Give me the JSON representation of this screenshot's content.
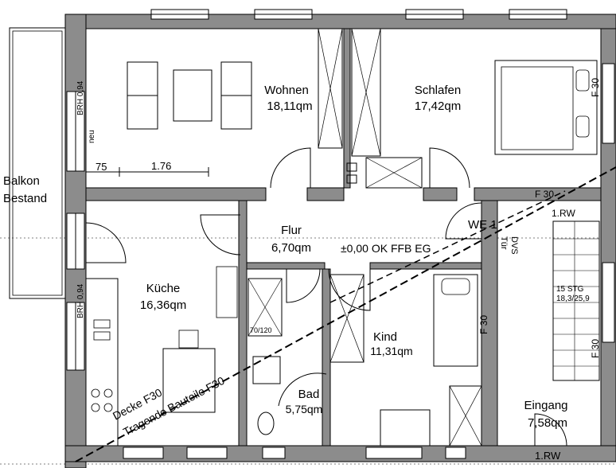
{
  "rooms": {
    "wohnen": {
      "name": "Wohnen",
      "area": "18,11qm"
    },
    "schlafen": {
      "name": "Schlafen",
      "area": "17,42qm"
    },
    "flur": {
      "name": "Flur",
      "area": "6,70qm"
    },
    "kueche": {
      "name": "Küche",
      "area": "16,36qm"
    },
    "kind": {
      "name": "Kind",
      "area": "11,31qm"
    },
    "bad": {
      "name": "Bad",
      "area": "5,75qm"
    },
    "eingang": {
      "name": "Eingang",
      "area": "7,58qm"
    }
  },
  "annotations": {
    "balkon_line1": "Balkon",
    "balkon_line2": "Bestand",
    "we": "WE 1",
    "level": "±0,00 OK FFB EG",
    "tuer": "Tür",
    "dvs": "DVS",
    "f30": "F 30",
    "rw_top": "1.RW",
    "rw_bottom": "1.RW",
    "stairs_count": "15 STG",
    "stairs_dim": "18,3/25,9",
    "shower": "70/120",
    "brh_top_1": "BRH 0,94",
    "brh_top_2": "neu",
    "brh_bottom": "BRH 0,94",
    "decke": "Decke F30",
    "tragende": "Tragende Bauteile F30",
    "dim_75": "75",
    "dim_176": "1.76"
  }
}
